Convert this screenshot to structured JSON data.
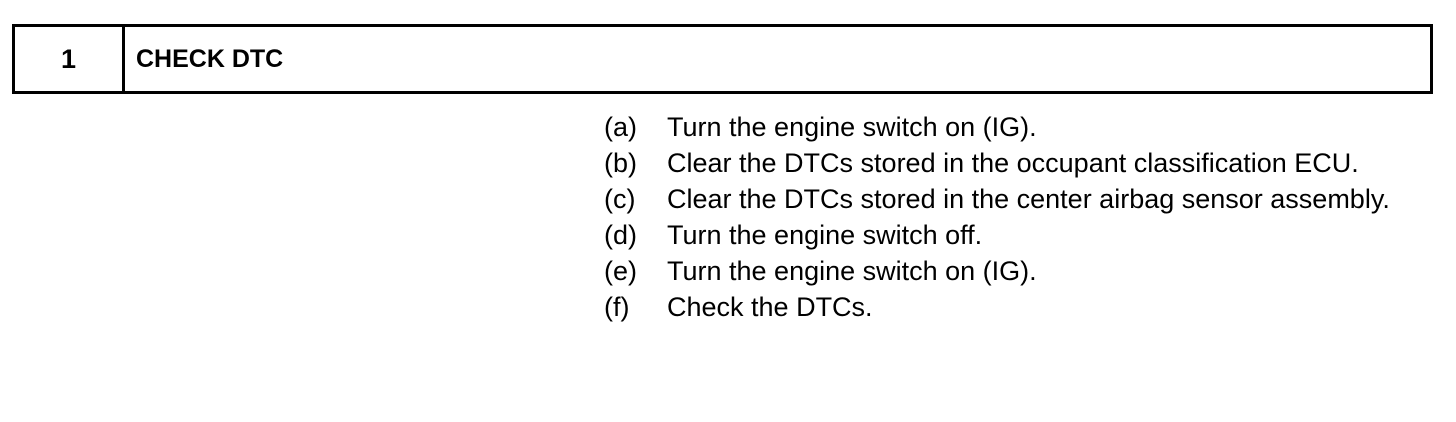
{
  "header": {
    "number": "1",
    "title": "CHECK DTC"
  },
  "steps": [
    {
      "letter": "(a)",
      "text": "Turn the engine switch on (IG)."
    },
    {
      "letter": "(b)",
      "text": "Clear the DTCs stored in the occupant classification ECU."
    },
    {
      "letter": "(c)",
      "text": "Clear the DTCs stored in the center airbag sensor assembly."
    },
    {
      "letter": "(d)",
      "text": "Turn the engine switch off."
    },
    {
      "letter": "(e)",
      "text": "Turn the engine switch on (IG)."
    },
    {
      "letter": "(f)",
      "text": "Check the DTCs."
    }
  ]
}
